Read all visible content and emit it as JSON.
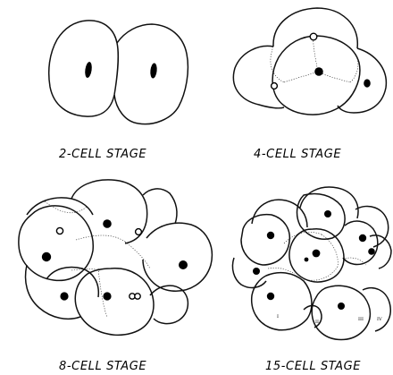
{
  "stages": [
    {
      "id": "two-cell",
      "caption": "2-CELL STAGE"
    },
    {
      "id": "four-cell",
      "caption": "4-CELL STAGE"
    },
    {
      "id": "eight-cell",
      "caption": "8-CELL STAGE"
    },
    {
      "id": "fifteen-cell",
      "caption": "15-CELL STAGE"
    }
  ],
  "cell_labels": {
    "i": "I",
    "ii": "II",
    "iii": "III",
    "iv": "IV"
  }
}
